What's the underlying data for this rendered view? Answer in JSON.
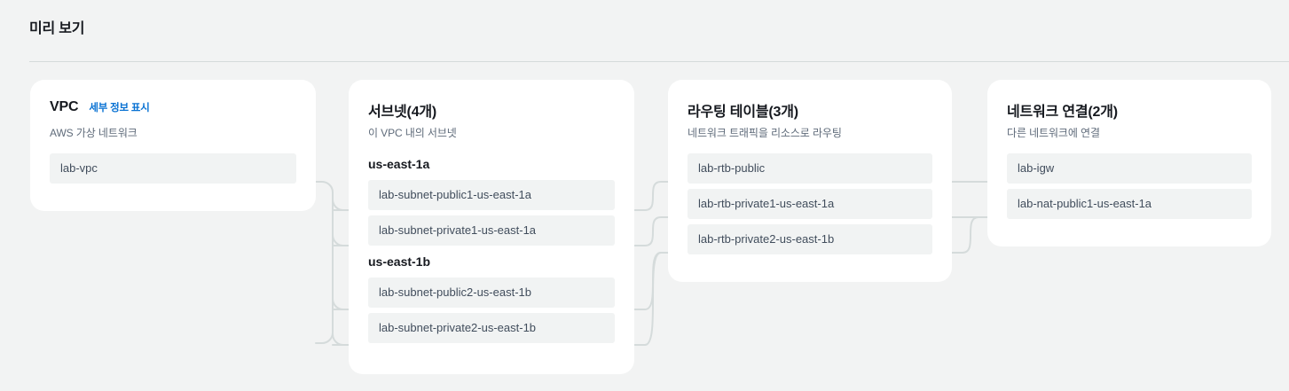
{
  "header": {
    "title": "미리 보기"
  },
  "colors": {
    "page_background": "#f2f3f3",
    "card_background": "#ffffff",
    "row_background": "#f1f3f3",
    "link_accent": "#0972d3",
    "title_text": "#16191f",
    "muted_text": "#5f6b7a",
    "row_text": "#414d5c",
    "connector_line": "#d5dbdb",
    "divider": "#d5dbdb"
  },
  "cards": [
    {
      "id": "vpc",
      "title": "VPC",
      "link_label": "세부 정보 표시",
      "subtitle": "AWS 가상 네트워크",
      "rows": [
        {
          "label": "lab-vpc"
        }
      ]
    },
    {
      "id": "subnet",
      "title": "서브넷(4개)",
      "subtitle": "이 VPC 내의 서브넷",
      "groups": [
        {
          "az": "us-east-1a",
          "rows": [
            {
              "label": "lab-subnet-public1-us-east-1a"
            },
            {
              "label": "lab-subnet-private1-us-east-1a"
            }
          ]
        },
        {
          "az": "us-east-1b",
          "rows": [
            {
              "label": "lab-subnet-public2-us-east-1b"
            },
            {
              "label": "lab-subnet-private2-us-east-1b"
            }
          ]
        }
      ]
    },
    {
      "id": "rtb",
      "title": "라우팅 테이블(3개)",
      "subtitle": "네트워크 트래픽을 리소스로 라우팅",
      "rows": [
        {
          "label": "lab-rtb-public"
        },
        {
          "label": "lab-rtb-private1-us-east-1a"
        },
        {
          "label": "lab-rtb-private2-us-east-1b"
        }
      ]
    },
    {
      "id": "netcon",
      "title": "네트워크 연결(2개)",
      "subtitle": "다른 네트워크에 연결",
      "rows": [
        {
          "label": "lab-igw"
        },
        {
          "label": "lab-nat-public1-us-east-1a"
        }
      ]
    }
  ],
  "connections": [
    {
      "from": "lab-vpc",
      "to": "lab-subnet-public1-us-east-1a"
    },
    {
      "from": "lab-vpc",
      "to": "lab-subnet-private1-us-east-1a"
    },
    {
      "from": "lab-vpc",
      "to": "lab-subnet-public2-us-east-1b"
    },
    {
      "from": "lab-vpc",
      "to": "lab-subnet-private2-us-east-1b"
    },
    {
      "from": "lab-subnet-public1-us-east-1a",
      "to": "lab-rtb-public"
    },
    {
      "from": "lab-subnet-private1-us-east-1a",
      "to": "lab-rtb-private1-us-east-1a"
    },
    {
      "from": "lab-subnet-public2-us-east-1b",
      "to": "lab-rtb-private2-us-east-1b"
    },
    {
      "from": "lab-subnet-private2-us-east-1b",
      "to": "lab-rtb-private2-us-east-1b"
    },
    {
      "from": "lab-rtb-public",
      "to": "lab-igw"
    },
    {
      "from": "lab-rtb-private1-us-east-1a",
      "to": "lab-nat-public1-us-east-1a"
    },
    {
      "from": "lab-rtb-private2-us-east-1b",
      "to": "lab-nat-public1-us-east-1a"
    }
  ]
}
